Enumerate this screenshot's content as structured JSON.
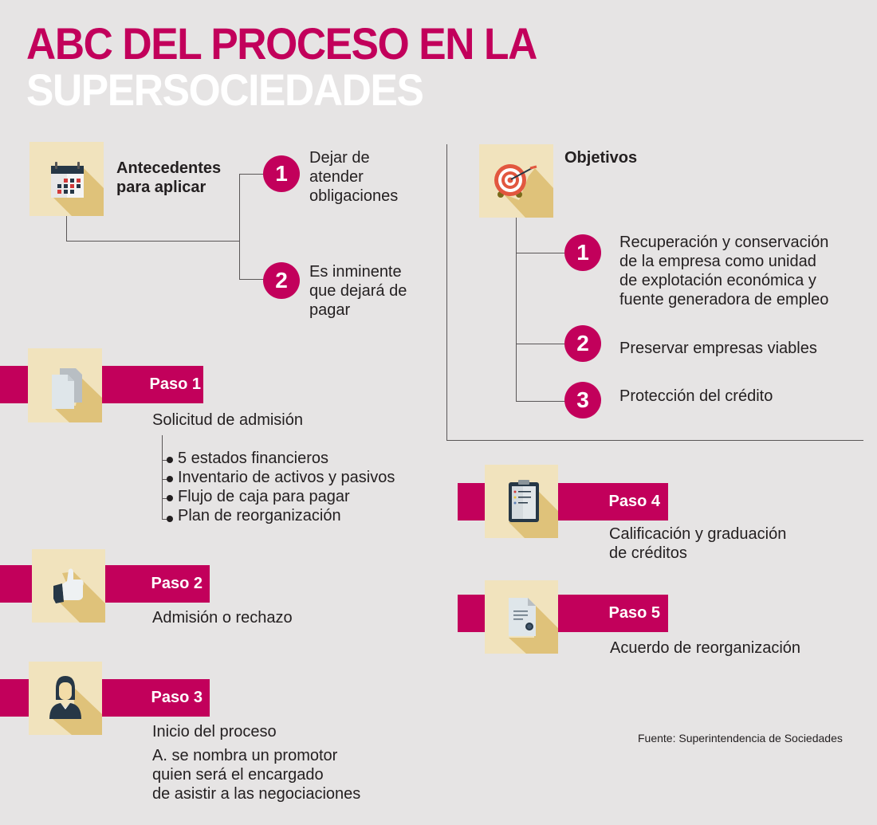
{
  "title": {
    "line1": "ABC DEL PROCESO EN LA",
    "line2": "SUPERSOCIEDADES"
  },
  "colors": {
    "accent": "#c2005b",
    "background": "#e6e4e4",
    "tile": "#f1e3bd",
    "tile_shadow": "#dfc27a",
    "text": "#231f20"
  },
  "antecedentes": {
    "icon": "calendar-icon",
    "heading_line1": "Antecedentes",
    "heading_line2": "para aplicar",
    "items": [
      {
        "number": "1",
        "text": "Dejar de\natender\nobligaciones"
      },
      {
        "number": "2",
        "text": "Es inminente\nque dejará de\npagar"
      }
    ]
  },
  "objetivos": {
    "icon": "target-icon",
    "heading": "Objetivos",
    "items": [
      {
        "number": "1",
        "text": "Recuperación y conservación\nde la empresa como unidad\nde explotación económica y\nfuente generadora de empleo"
      },
      {
        "number": "2",
        "text": "Preservar empresas viables"
      },
      {
        "number": "3",
        "text": "Protección del crédito"
      }
    ]
  },
  "pasos": [
    {
      "label": "Paso 1",
      "icon": "documents-icon",
      "description": "Solicitud de admisión",
      "sub_items": [
        "5 estados financieros",
        "Inventario de activos y pasivos",
        "Flujo de caja para pagar",
        "Plan de reorganización"
      ]
    },
    {
      "label": "Paso 2",
      "icon": "thumbs-up-icon",
      "description": "Admisión o rechazo"
    },
    {
      "label": "Paso 3",
      "icon": "person-icon",
      "description": "Inicio del proceso",
      "detail": "A. se nombra un promotor\nquien será el encargado\nde asistir a las negociaciones"
    },
    {
      "label": "Paso 4",
      "icon": "clipboard-icon",
      "description": "Calificación y graduación\nde créditos"
    },
    {
      "label": "Paso 5",
      "icon": "certificate-icon",
      "description": "Acuerdo de reorganización"
    }
  ],
  "source": "Fuente: Superintendencia de Sociedades"
}
